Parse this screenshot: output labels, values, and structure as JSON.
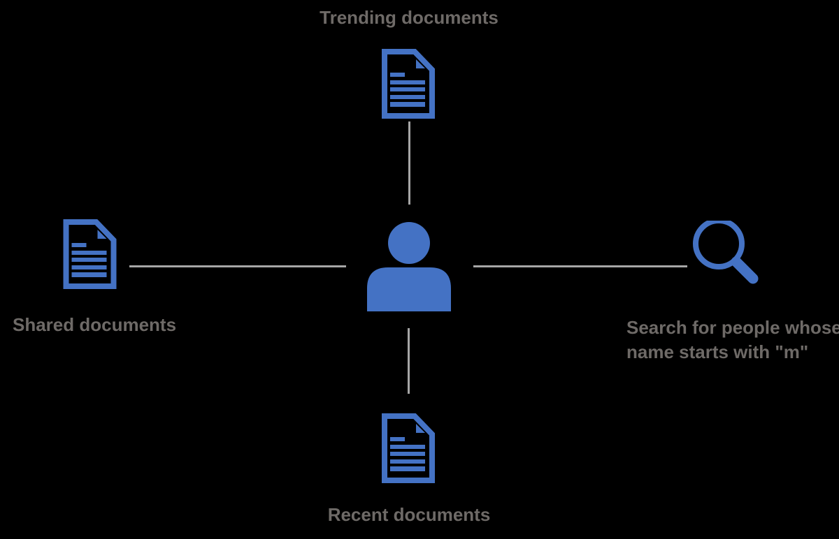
{
  "colors": {
    "accent": "#4472C4",
    "connector": "#A6A6A6",
    "label": "#6E6A67",
    "background": "#000000"
  },
  "diagram": {
    "center": {
      "icon": "person-icon"
    },
    "nodes": {
      "top": {
        "icon": "document-icon",
        "label": "Trending documents"
      },
      "left": {
        "icon": "document-icon",
        "label": "Shared documents"
      },
      "bottom": {
        "icon": "document-icon",
        "label": "Recent documents"
      },
      "right": {
        "icon": "search-icon",
        "lines": [
          "Search for people whose",
          "name starts with \"m\""
        ]
      }
    }
  }
}
